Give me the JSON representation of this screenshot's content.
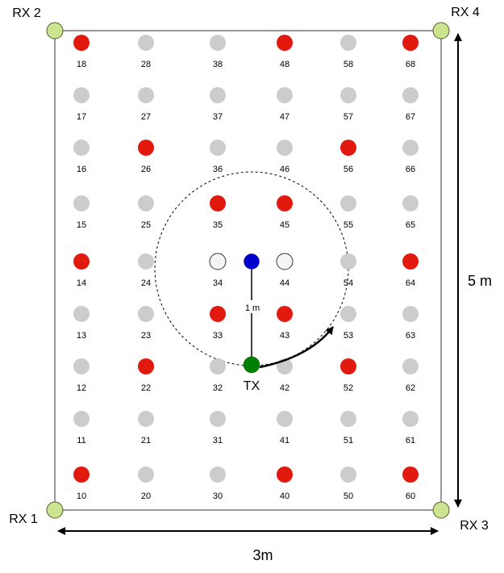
{
  "receivers": [
    {
      "id": "rx1",
      "label": "RX 1"
    },
    {
      "id": "rx2",
      "label": "RX 2"
    },
    {
      "id": "rx3",
      "label": "RX 3"
    },
    {
      "id": "rx4",
      "label": "RX 4"
    }
  ],
  "dimensions": {
    "width_label": "3m",
    "height_label": "5 m",
    "radius_label": "1 m"
  },
  "transmitter": {
    "label": "TX",
    "color": "#008000"
  },
  "center_marker": {
    "color": "#0000cc"
  },
  "colors": {
    "selected": "#e1190e",
    "unselected": "#cccccc",
    "hollow": "#f5f5f5",
    "receiver": "#cce38f",
    "outline": "#333333"
  },
  "grid": {
    "columns": [
      {
        "points": [
          {
            "label": "18",
            "state": "selected"
          },
          {
            "label": "17",
            "state": "unselected"
          },
          {
            "label": "16",
            "state": "unselected"
          },
          {
            "label": "15",
            "state": "unselected"
          },
          {
            "label": "14",
            "state": "selected"
          },
          {
            "label": "13",
            "state": "unselected"
          },
          {
            "label": "12",
            "state": "unselected"
          },
          {
            "label": "11",
            "state": "unselected"
          },
          {
            "label": "10",
            "state": "selected"
          }
        ]
      },
      {
        "points": [
          {
            "label": "28",
            "state": "unselected"
          },
          {
            "label": "27",
            "state": "unselected"
          },
          {
            "label": "26",
            "state": "selected"
          },
          {
            "label": "25",
            "state": "unselected"
          },
          {
            "label": "24",
            "state": "unselected"
          },
          {
            "label": "23",
            "state": "unselected"
          },
          {
            "label": "22",
            "state": "selected"
          },
          {
            "label": "21",
            "state": "unselected"
          },
          {
            "label": "20",
            "state": "unselected"
          }
        ]
      },
      {
        "points": [
          {
            "label": "38",
            "state": "unselected"
          },
          {
            "label": "37",
            "state": "unselected"
          },
          {
            "label": "36",
            "state": "unselected"
          },
          {
            "label": "35",
            "state": "selected"
          },
          {
            "label": "34",
            "state": "hollow"
          },
          {
            "label": "33",
            "state": "selected"
          },
          {
            "label": "32",
            "state": "unselected"
          },
          {
            "label": "31",
            "state": "unselected"
          },
          {
            "label": "30",
            "state": "unselected"
          }
        ]
      },
      {
        "points": [
          {
            "label": "48",
            "state": "selected"
          },
          {
            "label": "47",
            "state": "unselected"
          },
          {
            "label": "46",
            "state": "unselected"
          },
          {
            "label": "45",
            "state": "selected"
          },
          {
            "label": "44",
            "state": "hollow"
          },
          {
            "label": "43",
            "state": "selected"
          },
          {
            "label": "42",
            "state": "unselected"
          },
          {
            "label": "41",
            "state": "unselected"
          },
          {
            "label": "40",
            "state": "selected"
          }
        ]
      },
      {
        "points": [
          {
            "label": "58",
            "state": "unselected"
          },
          {
            "label": "57",
            "state": "unselected"
          },
          {
            "label": "56",
            "state": "selected"
          },
          {
            "label": "55",
            "state": "unselected"
          },
          {
            "label": "54",
            "state": "unselected"
          },
          {
            "label": "53",
            "state": "unselected"
          },
          {
            "label": "52",
            "state": "selected"
          },
          {
            "label": "51",
            "state": "unselected"
          },
          {
            "label": "50",
            "state": "unselected"
          }
        ]
      },
      {
        "points": [
          {
            "label": "68",
            "state": "selected"
          },
          {
            "label": "67",
            "state": "unselected"
          },
          {
            "label": "66",
            "state": "unselected"
          },
          {
            "label": "65",
            "state": "unselected"
          },
          {
            "label": "64",
            "state": "selected"
          },
          {
            "label": "63",
            "state": "unselected"
          },
          {
            "label": "62",
            "state": "unselected"
          },
          {
            "label": "61",
            "state": "unselected"
          },
          {
            "label": "60",
            "state": "selected"
          }
        ]
      }
    ]
  }
}
